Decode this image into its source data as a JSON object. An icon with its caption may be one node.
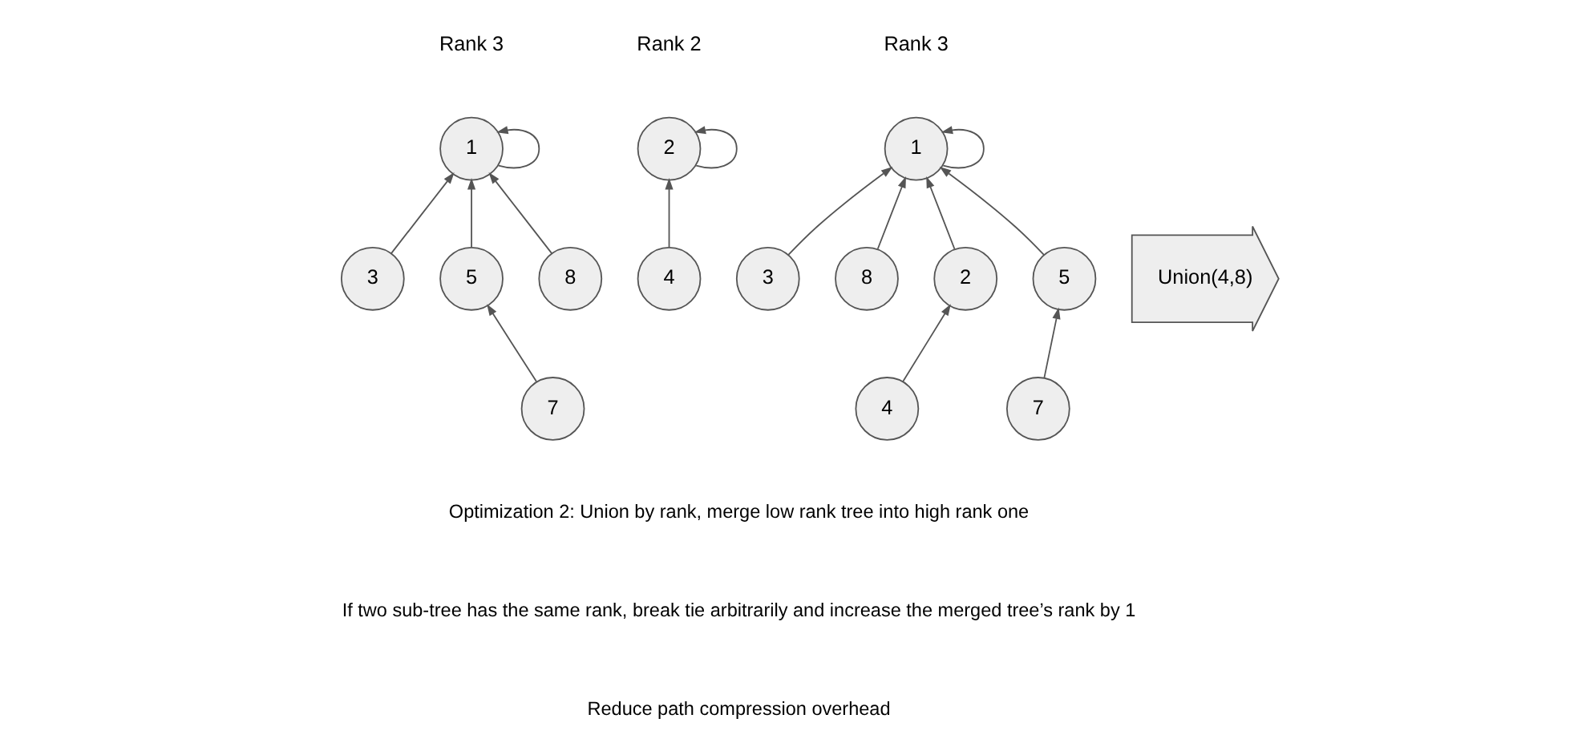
{
  "diagram": {
    "nodes": [
      {
        "text": [
          "2"
        ]
      },
      {
        "text": [
          "4"
        ]
      },
      {
        "text": [
          "1"
        ]
      },
      {
        "text": [
          "3"
        ]
      },
      {
        "text": [
          "5"
        ]
      },
      {
        "text": [
          "8"
        ]
      },
      {
        "text": [
          "7"
        ]
      },
      {
        "text": [
          "Union(4,8)"
        ]
      },
      {
        "text": [
          "1"
        ]
      },
      {
        "text": [
          "2"
        ]
      },
      {
        "text": [
          "3"
        ]
      },
      {
        "text": [
          "5"
        ]
      },
      {
        "text": [
          "8"
        ]
      },
      {
        "text": [
          "4"
        ]
      },
      {
        "text": [
          "7"
        ]
      }
    ],
    "edges": [
      {
        "from": 0,
        "to": 0,
        "arrow": "to"
      },
      {
        "from": 1,
        "to": 0,
        "arrow": "to"
      },
      {
        "from": 2,
        "to": 2,
        "arrow": "to"
      },
      {
        "from": 3,
        "to": 2,
        "arrow": "to"
      },
      {
        "from": 4,
        "to": 2,
        "arrow": "to"
      },
      {
        "from": 5,
        "to": 2,
        "arrow": "to"
      },
      {
        "from": 6,
        "to": 4,
        "arrow": "to"
      },
      {
        "from": 8,
        "to": 8,
        "arrow": "to"
      },
      {
        "from": 9,
        "to": 8,
        "arrow": "to"
      },
      {
        "from": 10,
        "to": 8,
        "arrow": "to"
      },
      {
        "from": 11,
        "to": 8,
        "arrow": "to"
      },
      {
        "from": 12,
        "to": 8,
        "arrow": "to"
      },
      {
        "from": 13,
        "to": 9,
        "arrow": "to"
      },
      {
        "from": 14,
        "to": 11,
        "arrow": "to"
      }
    ],
    "labels": [
      "Rank 2",
      "Rank 3",
      "Rank 3",
      "Optimization 2: Union by rank, merge low rank tree into high rank one",
      "If two sub-tree has the same rank, break tie arbitrarily and increase the merged tree’s rank by 1",
      "Reduce path compression overhead"
    ]
  }
}
